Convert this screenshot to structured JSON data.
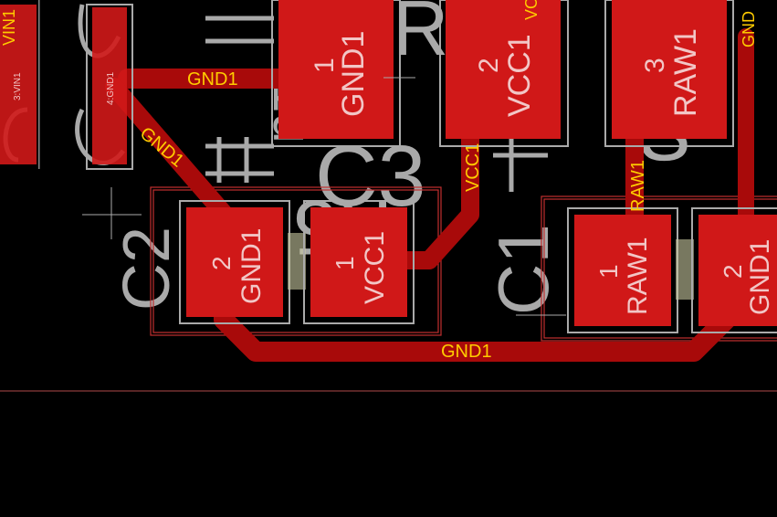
{
  "colors": {
    "background": "#000000",
    "copper": "#a80a0a",
    "pad": "#d01818",
    "pad_light": "#e04040",
    "silkscreen": "#c8c8c8",
    "net_label": "#ffcc00",
    "outline": "#c03030"
  },
  "silkscreen": {
    "c2": "C2",
    "c1": "C1",
    "c3": "C3",
    "r_top": "R",
    "r_mid": "R5",
    "s_right": "S",
    "u1": "1u"
  },
  "pads": {
    "top_gnd": {
      "num": "1",
      "net": "GND1"
    },
    "top_vcc": {
      "num": "2",
      "net": "VCC1"
    },
    "top_raw": {
      "num": "3",
      "net": "RAW1"
    },
    "c2_gnd": {
      "num": "2",
      "net": "GND1"
    },
    "c2_vcc": {
      "num": "1",
      "net": "VCC1"
    },
    "c1_raw": {
      "num": "1",
      "net": "RAW1"
    },
    "c1_gnd": {
      "num": "2",
      "net": "GND1"
    },
    "left_vin": "3:VIN1",
    "left_gnd": "4:GND1"
  },
  "net_labels": {
    "gnd_top_trace": "GND1",
    "gnd_diag_trace": "GND1",
    "gnd_bottom_trace": "GND1",
    "vcc_trace": "VCC1",
    "raw_trace": "RAW1",
    "vin_top_left": "VIN1",
    "vcc_top_right": "VC",
    "gnd_top_right": "GND"
  }
}
